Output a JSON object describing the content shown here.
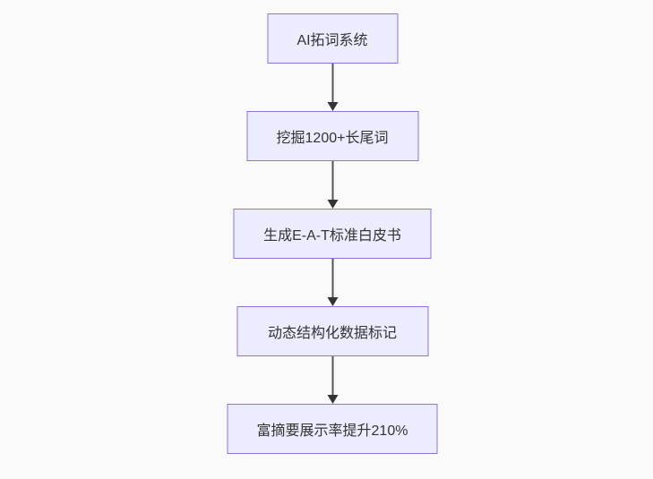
{
  "flowchart": {
    "type": "vertical-flowchart",
    "nodes": [
      {
        "id": "A",
        "label": "AI拓词系统"
      },
      {
        "id": "B",
        "label": "挖掘1200+长尾词"
      },
      {
        "id": "C",
        "label": "生成E-A-T标准白皮书"
      },
      {
        "id": "D",
        "label": "动态结构化数据标记"
      },
      {
        "id": "E",
        "label": "富摘要展示率提升210%"
      }
    ],
    "edges": [
      {
        "from": "A",
        "to": "B"
      },
      {
        "from": "B",
        "to": "C"
      },
      {
        "from": "C",
        "to": "D"
      },
      {
        "from": "D",
        "to": "E"
      }
    ],
    "colors": {
      "node_fill": "#ECECFF",
      "node_border": "#9370DB",
      "arrow": "#333333",
      "text": "#333333",
      "background": "#FAFAFA"
    }
  }
}
